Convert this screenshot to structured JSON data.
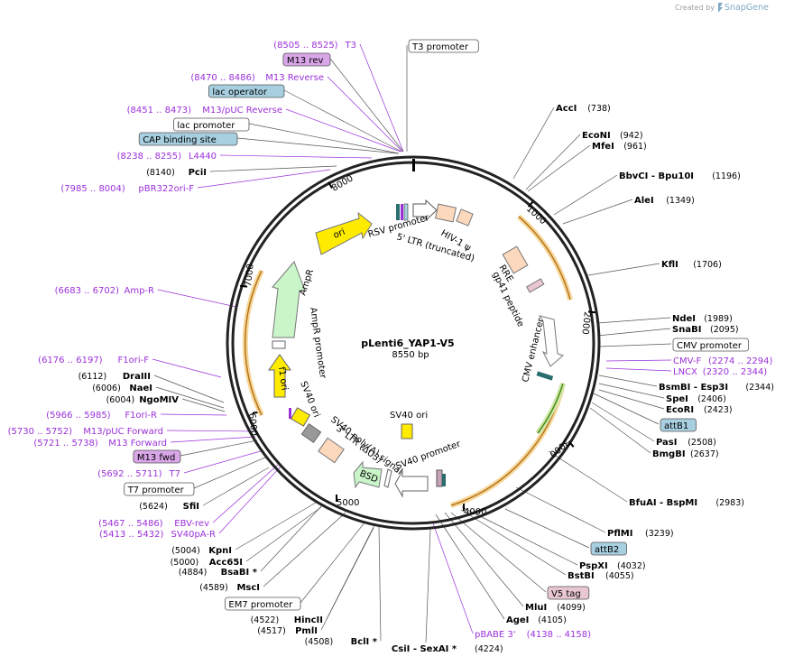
{
  "branding": {
    "created_by": "Created by",
    "product": "SnapGene"
  },
  "map": {
    "name": "pLenti6_YAP1-V5",
    "length_label": "8550 bp",
    "scale_ticks": [
      "1000",
      "2000",
      "3000",
      "4000",
      "5000",
      "6000",
      "7000",
      "8000"
    ]
  },
  "colors": {
    "backbone": "#222222",
    "primer": "#9b30d9",
    "feature_blue": "#a8cfe0",
    "feature_purple": "#d9a6e8",
    "feature_pink": "#e8c7d1",
    "origin_yellow": "#ffeb00",
    "marker_green": "#c9f5c9",
    "ltr_peach": "#fcd8bd",
    "arc_orange": "#e8a33d",
    "arc_green": "#6fb52c"
  },
  "left_labels": [
    {
      "pos": "(8505 .. 8525)",
      "name": "T3",
      "kind": "primer"
    },
    {
      "pos": "",
      "name": "M13 rev",
      "kind": "purple-box"
    },
    {
      "pos": "(8470 .. 8486)",
      "name": "M13 Reverse",
      "kind": "primer"
    },
    {
      "pos": "",
      "name": "lac operator",
      "kind": "blue-box"
    },
    {
      "pos": "(8451 .. 8473)",
      "name": "M13/pUC Reverse",
      "kind": "primer"
    },
    {
      "pos": "",
      "name": "lac promoter",
      "kind": "white-box"
    },
    {
      "pos": "",
      "name": "CAP binding site",
      "kind": "blue-box"
    },
    {
      "pos": "(8238 .. 8255)",
      "name": "L4440",
      "kind": "primer"
    },
    {
      "pos": "(8140)",
      "name": "PciI",
      "kind": "enzyme"
    },
    {
      "pos": "(7985 .. 8004)",
      "name": "pBR322ori-F",
      "kind": "primer"
    },
    {
      "pos": "(6683 .. 6702)",
      "name": "Amp-R",
      "kind": "primer"
    },
    {
      "pos": "(6176 .. 6197)",
      "name": "F1ori-F",
      "kind": "primer"
    },
    {
      "pos": "(6112)",
      "name": "DraIII",
      "kind": "enzyme"
    },
    {
      "pos": "(6006)",
      "name": "NaeI",
      "kind": "enzyme"
    },
    {
      "pos": "(6004)",
      "name": "NgoMIV",
      "kind": "enzyme"
    },
    {
      "pos": "(5966 .. 5985)",
      "name": "F1ori-R",
      "kind": "primer"
    },
    {
      "pos": "(5730 .. 5752)",
      "name": "M13/pUC Forward",
      "kind": "primer"
    },
    {
      "pos": "(5721 .. 5738)",
      "name": "M13 Forward",
      "kind": "primer"
    },
    {
      "pos": "",
      "name": "M13 fwd",
      "kind": "purple-box"
    },
    {
      "pos": "(5692 .. 5711)",
      "name": "T7",
      "kind": "primer"
    },
    {
      "pos": "",
      "name": "T7 promoter",
      "kind": "white-box"
    },
    {
      "pos": "(5624)",
      "name": "SfiI",
      "kind": "enzyme"
    },
    {
      "pos": "(5467 .. 5486)",
      "name": "EBV-rev",
      "kind": "primer"
    },
    {
      "pos": "(5413 .. 5432)",
      "name": "SV40pA-R",
      "kind": "primer"
    },
    {
      "pos": "(5004)",
      "name": "KpnI",
      "kind": "enzyme"
    },
    {
      "pos": "(5000)",
      "name": "Acc65I",
      "kind": "enzyme"
    },
    {
      "pos": "(4884)",
      "name": "BsaBI *",
      "kind": "enzyme"
    },
    {
      "pos": "(4589)",
      "name": "MscI",
      "kind": "enzyme"
    },
    {
      "pos": "",
      "name": "EM7 promoter",
      "kind": "white-box"
    },
    {
      "pos": "(4522)",
      "name": "HincII",
      "kind": "enzyme"
    },
    {
      "pos": "(4517)",
      "name": "PmlI",
      "kind": "enzyme"
    },
    {
      "pos": "(4508)",
      "name": "BclI *",
      "kind": "enzyme"
    },
    {
      "pos": "(4224)",
      "name": "CsiI - SexAI *",
      "kind": "enzyme"
    }
  ],
  "right_labels": [
    {
      "name": "T3 promoter",
      "pos": "",
      "kind": "white-box"
    },
    {
      "name": "AccI",
      "pos": "(738)",
      "kind": "enzyme"
    },
    {
      "name": "EcoNI",
      "pos": "(942)",
      "kind": "enzyme"
    },
    {
      "name": "MfeI",
      "pos": "(961)",
      "kind": "enzyme"
    },
    {
      "name": "BbvCI - Bpu10I",
      "pos": "(1196)",
      "kind": "enzyme"
    },
    {
      "name": "AleI",
      "pos": "(1349)",
      "kind": "enzyme"
    },
    {
      "name": "KflI",
      "pos": "(1706)",
      "kind": "enzyme"
    },
    {
      "name": "NdeI",
      "pos": "(1989)",
      "kind": "enzyme"
    },
    {
      "name": "SnaBI",
      "pos": "(2095)",
      "kind": "enzyme"
    },
    {
      "name": "CMV promoter",
      "pos": "",
      "kind": "white-box"
    },
    {
      "name": "CMV-F",
      "pos": "(2274 .. 2294)",
      "kind": "primer"
    },
    {
      "name": "LNCX",
      "pos": "(2320 .. 2344)",
      "kind": "primer"
    },
    {
      "name": "BsmBI - Esp3I",
      "pos": "(2344)",
      "kind": "enzyme"
    },
    {
      "name": "SpeI",
      "pos": "(2406)",
      "kind": "enzyme"
    },
    {
      "name": "EcoRI",
      "pos": "(2423)",
      "kind": "enzyme"
    },
    {
      "name": "attB1",
      "pos": "",
      "kind": "blue-box"
    },
    {
      "name": "PasI",
      "pos": "(2508)",
      "kind": "enzyme"
    },
    {
      "name": "BmgBI",
      "pos": "(2637)",
      "kind": "enzyme"
    },
    {
      "name": "BfuAI - BspMI",
      "pos": "(2983)",
      "kind": "enzyme"
    },
    {
      "name": "PflMI",
      "pos": "(3239)",
      "kind": "enzyme"
    },
    {
      "name": "attB2",
      "pos": "",
      "kind": "blue-box"
    },
    {
      "name": "PspXI",
      "pos": "(4032)",
      "kind": "enzyme"
    },
    {
      "name": "BstBI",
      "pos": "(4055)",
      "kind": "enzyme"
    },
    {
      "name": "V5 tag",
      "pos": "",
      "kind": "pink-box"
    },
    {
      "name": "MluI",
      "pos": "(4099)",
      "kind": "enzyme"
    },
    {
      "name": "AgeI",
      "pos": "(4105)",
      "kind": "enzyme"
    },
    {
      "name": "pBABE 3'",
      "pos": "(4138 .. 4158)",
      "kind": "primer"
    }
  ],
  "features": {
    "rsv_promoter": "RSV promoter",
    "ltr5": "5' LTR (truncated)",
    "hiv_psi": "HIV-1 ψ",
    "rre": "RRE",
    "gp41": "gp41 peptide",
    "cmv_enhancer": "CMV enhancer",
    "ori": "ori",
    "ampr": "AmpR",
    "ampr_promoter": "AmpR promoter",
    "f1_ori": "f1 ori",
    "sv40_ori_left": "SV40 ori",
    "sv40_polya": "SV40 poly(A) signal",
    "ltr3": "3' LTR (ΔU3)",
    "bsd": "BSD",
    "sv40_promoter": "SV40 promoter",
    "sv40_ori_center": "SV40 ori"
  }
}
